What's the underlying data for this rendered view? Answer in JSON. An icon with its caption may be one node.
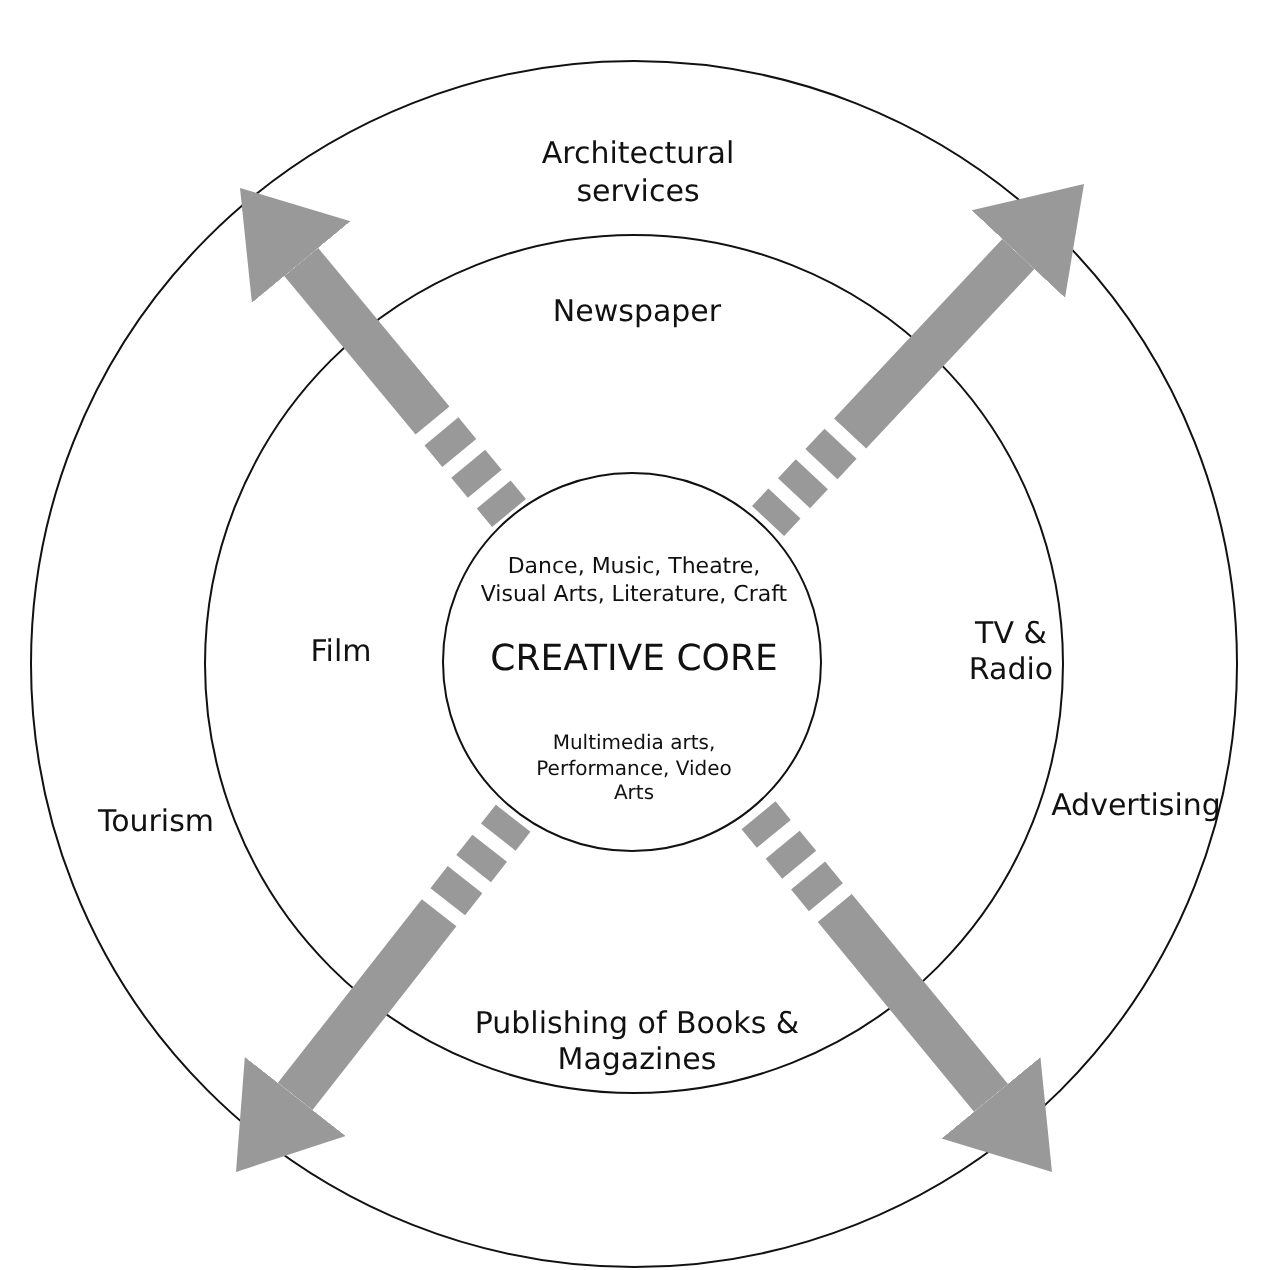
{
  "diagram": {
    "nodes": [
      {
        "text": [
          "Architectural services",
          "Tourism",
          "Advertising"
        ]
      },
      {
        "text": [
          "Newspaper",
          "Film",
          "TV & Radio",
          "Publishing of Books & Magazines"
        ],
        "in": 0
      },
      {
        "text": [
          "Dance, Music, Theatre, Visual Arts, Literature, Craft",
          "CREATIVE CORE",
          "Multimedia arts, Performance, Video Arts"
        ],
        "in": 1
      }
    ],
    "edges": [
      {
        "from": 2,
        "to": null,
        "arrow": "to"
      },
      {
        "from": 2,
        "to": null,
        "arrow": "to"
      },
      {
        "from": 2,
        "to": null,
        "arrow": "to"
      },
      {
        "from": 2,
        "to": null,
        "arrow": "to"
      }
    ]
  }
}
